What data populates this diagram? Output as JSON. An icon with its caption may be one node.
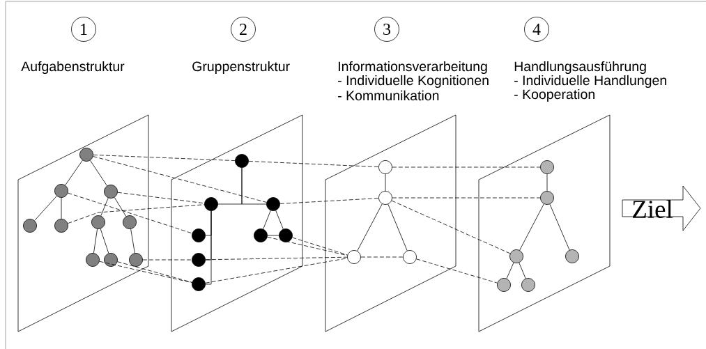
{
  "diagram": {
    "nodes": [
      {
        "text": [
          "1"
        ]
      },
      {
        "text": [
          "2"
        ]
      },
      {
        "text": [
          "3"
        ]
      },
      {
        "text": [
          "4"
        ]
      },
      {
        "text": [],
        "shape": "circle"
      },
      {
        "text": [],
        "shape": "circle"
      },
      {
        "text": [],
        "shape": "circle"
      },
      {
        "text": [],
        "shape": "circle"
      },
      {
        "text": [],
        "shape": "circle"
      },
      {
        "text": [],
        "shape": "circle"
      },
      {
        "text": [],
        "shape": "circle"
      },
      {
        "text": [],
        "shape": "circle"
      },
      {
        "text": [],
        "shape": "circle"
      },
      {
        "text": [],
        "shape": "circle"
      },
      {
        "text": [],
        "shape": "circle"
      },
      {
        "text": [],
        "shape": "circle"
      },
      {
        "text": [],
        "shape": "circle"
      },
      {
        "text": [],
        "shape": "circle"
      },
      {
        "text": [],
        "shape": "circle"
      },
      {
        "text": [],
        "shape": "circle"
      },
      {
        "text": [],
        "shape": "circle"
      },
      {
        "text": [],
        "shape": "circle"
      },
      {
        "text": [],
        "shape": "circle"
      },
      {
        "text": [],
        "shape": "circle"
      },
      {
        "text": [],
        "shape": "circle"
      },
      {
        "text": [],
        "shape": "circle"
      },
      {
        "text": [],
        "shape": "circle"
      },
      {
        "text": [],
        "shape": "circle"
      },
      {
        "text": [],
        "shape": "circle"
      },
      {
        "text": [],
        "shape": "circle"
      },
      {
        "text": [],
        "shape": "circle"
      },
      {
        "text": [],
        "shape": "circle"
      },
      {
        "text": [
          "Ziel"
        ]
      }
    ],
    "edges": [
      {
        "from": 4,
        "to": 5,
        "arrow": "none"
      },
      {
        "from": 4,
        "to": 6,
        "arrow": "none"
      },
      {
        "from": 5,
        "to": 7,
        "arrow": "none"
      },
      {
        "from": 5,
        "to": 8,
        "arrow": "none"
      },
      {
        "from": 6,
        "to": 9,
        "arrow": "none"
      },
      {
        "from": 6,
        "to": 10,
        "arrow": "none"
      },
      {
        "from": 9,
        "to": 11,
        "arrow": "none"
      },
      {
        "from": 9,
        "to": 12,
        "arrow": "none"
      },
      {
        "from": 10,
        "to": 13,
        "arrow": "none"
      },
      {
        "from": 14,
        "to": 15,
        "arrow": "none"
      },
      {
        "from": 14,
        "to": 16,
        "arrow": "none"
      },
      {
        "from": 15,
        "to": 17,
        "arrow": "none"
      },
      {
        "from": 15,
        "to": 18,
        "arrow": "none"
      },
      {
        "from": 15,
        "to": 19,
        "arrow": "none"
      },
      {
        "from": 16,
        "to": 20,
        "arrow": "none"
      },
      {
        "from": 16,
        "to": 21,
        "arrow": "none"
      },
      {
        "from": 20,
        "to": 21,
        "arrow": "none"
      },
      {
        "from": 22,
        "to": 23,
        "arrow": "none"
      },
      {
        "from": 23,
        "to": 24,
        "arrow": "none"
      },
      {
        "from": 23,
        "to": 25,
        "arrow": "none"
      },
      {
        "from": 26,
        "to": 27,
        "arrow": "none"
      },
      {
        "from": 27,
        "to": 28,
        "arrow": "none"
      },
      {
        "from": 27,
        "to": 29,
        "arrow": "none"
      },
      {
        "from": 28,
        "to": 30,
        "arrow": "none"
      },
      {
        "from": 28,
        "to": 31,
        "arrow": "none"
      },
      {
        "from": 4,
        "to": 14,
        "arrow": "none",
        "style": "dashed"
      },
      {
        "from": 4,
        "to": 16,
        "arrow": "none",
        "style": "dashed"
      },
      {
        "from": 6,
        "to": 15,
        "arrow": "none",
        "style": "dashed"
      },
      {
        "from": 5,
        "to": 17,
        "arrow": "none",
        "style": "dashed"
      },
      {
        "from": 8,
        "to": 15,
        "arrow": "none",
        "style": "dashed"
      },
      {
        "from": 13,
        "to": 18,
        "arrow": "none",
        "style": "dashed"
      },
      {
        "from": 11,
        "to": 19,
        "arrow": "none",
        "style": "dashed"
      },
      {
        "from": 12,
        "to": 19,
        "arrow": "none",
        "style": "dashed"
      },
      {
        "from": 14,
        "to": 22,
        "arrow": "none",
        "style": "dashed"
      },
      {
        "from": 16,
        "to": 23,
        "arrow": "none",
        "style": "dashed"
      },
      {
        "from": 18,
        "to": 24,
        "arrow": "none",
        "style": "dashed"
      },
      {
        "from": 19,
        "to": 24,
        "arrow": "none",
        "style": "dashed"
      },
      {
        "from": 20,
        "to": 24,
        "arrow": "none",
        "style": "dashed"
      },
      {
        "from": 21,
        "to": 24,
        "arrow": "none",
        "style": "dashed"
      },
      {
        "from": 24,
        "to": 25,
        "arrow": "none",
        "style": "dashed"
      },
      {
        "from": 22,
        "to": 26,
        "arrow": "none",
        "style": "dashed"
      },
      {
        "from": 23,
        "to": 27,
        "arrow": "none",
        "style": "dashed"
      },
      {
        "from": 23,
        "to": 28,
        "arrow": "none",
        "style": "dashed"
      },
      {
        "from": 25,
        "to": 30,
        "arrow": "none",
        "style": "dashed"
      }
    ],
    "labels": [
      "Aufgabenstruktur",
      "Gruppenstruktur",
      "Informationsverarbeitung",
      "- Individuelle Kognitionen",
      "- Kommunikation",
      "Handlungsausführung",
      "- Individuelle Handlungen",
      "- Kooperation"
    ]
  }
}
